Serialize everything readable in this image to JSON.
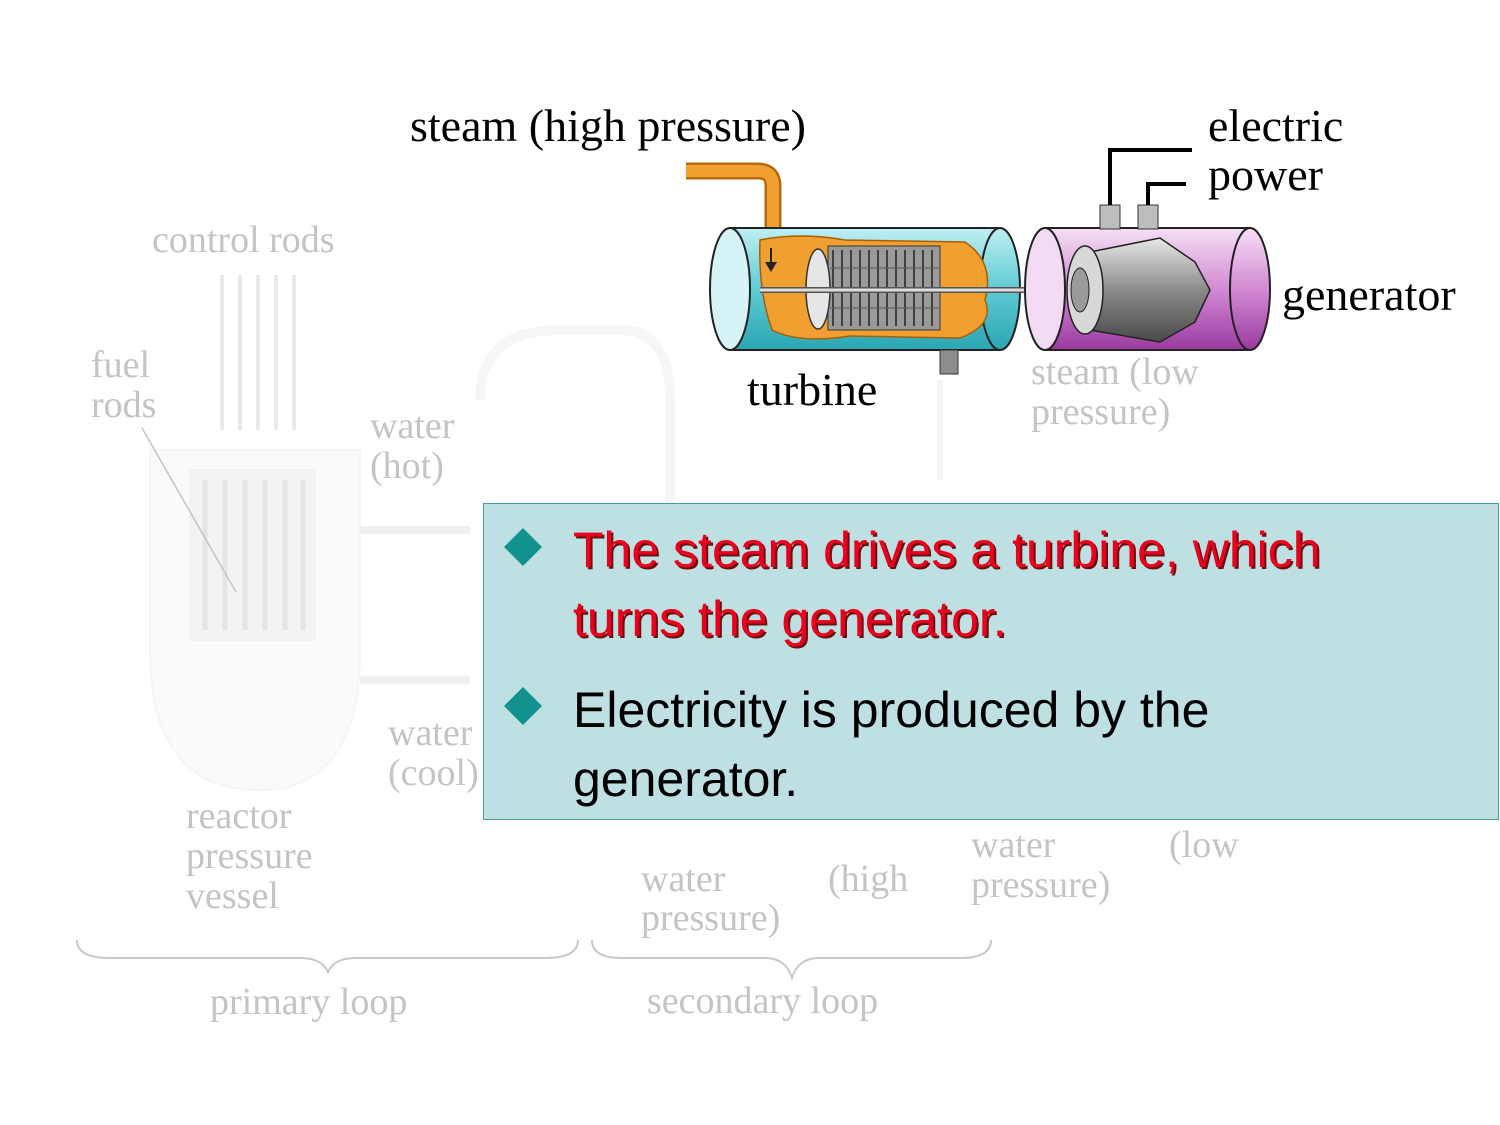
{
  "labels": {
    "steam_high": "steam (high pressure)",
    "electric_power": [
      "electric",
      "power"
    ],
    "generator": "generator",
    "turbine": "turbine",
    "steam_low": [
      "steam (low",
      "pressure)"
    ],
    "control_rods": "control rods",
    "fuel_rods": [
      "fuel",
      "rods"
    ],
    "water_hot": [
      "water",
      "(hot)"
    ],
    "water_cool": [
      "water",
      "(cool)"
    ],
    "reactor_vessel": [
      "reactor",
      "pressure",
      "vessel"
    ],
    "water_high": [
      "water",
      "(high",
      "pressure)"
    ],
    "water_low": [
      "water",
      "(low",
      "pressure)"
    ],
    "primary_loop": "primary loop",
    "secondary_loop": "secondary loop"
  },
  "bullets": [
    {
      "lines": [
        "The steam drives a turbine, which",
        "turns the generator."
      ],
      "color": "#e8001c"
    },
    {
      "lines": [
        "Electricity is produced by the",
        "generator."
      ],
      "color": "#000000"
    }
  ],
  "colors": {
    "box_fill": "#bfe0e3",
    "bullet_diamond": "#11928f",
    "steam_pipe": "#e8961e",
    "turbine_shell": "#6fd0d8",
    "generator_shell": "#c97ccc"
  },
  "icons": [
    "diamond-bullet-icon",
    "turbine-icon",
    "generator-icon",
    "steam-pipe-icon"
  ]
}
